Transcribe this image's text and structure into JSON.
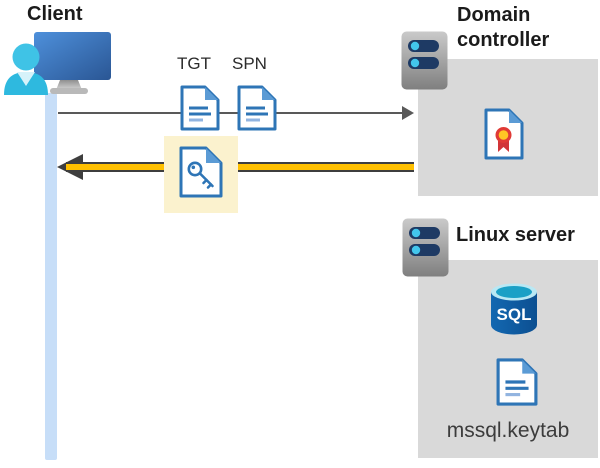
{
  "client": {
    "title": "Client"
  },
  "tickets": {
    "tgt_label": "TGT",
    "spn_label": "SPN"
  },
  "domain_controller": {
    "title": "Domain controller"
  },
  "linux_server": {
    "title": "Linux server",
    "sql_label": "SQL",
    "keytab_label": "mssql.keytab"
  },
  "colors": {
    "panel_gray": "#d9d9d9",
    "document_blue": "#2e75b6",
    "document_fold_blue": "#5b9bd5",
    "highlight_yellow": "#fbf2ce",
    "response_arrow_yellow": "#ffc000",
    "response_arrow_outline": "#3e3e3e",
    "request_arrow_gray": "#595959",
    "session_bar_blue": "#c7def8",
    "person_cyan": "#3fc3e6",
    "server_pill_navy": "#1e3a64",
    "server_led_cyan": "#43c6ec",
    "sql_body_blue": "#1160a8",
    "certificate_red": "#d13438",
    "certificate_yellow": "#ffc625"
  }
}
